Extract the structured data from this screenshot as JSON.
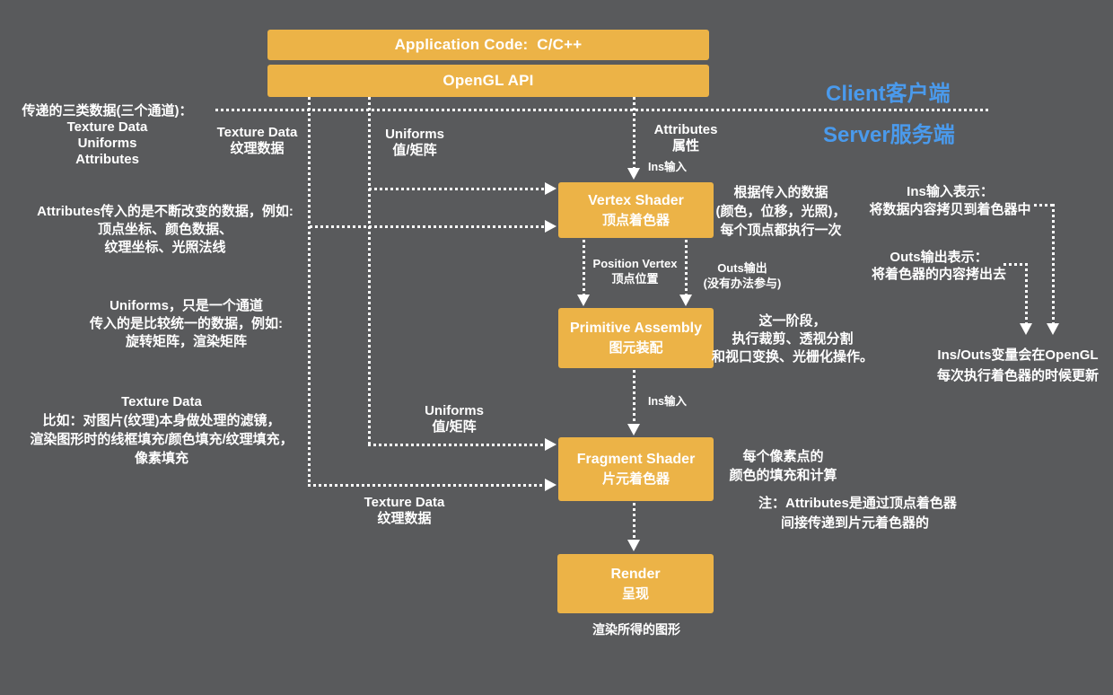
{
  "colors": {
    "background": "#595A5C",
    "box_fill": "#ECB347",
    "text": "#FFFFFF",
    "accent_blue": "#4A9AEC"
  },
  "top_boxes": {
    "application_code": "Application Code:  C/C++",
    "opengl_api": "OpenGL API"
  },
  "zones": {
    "client": "Client客户端",
    "server": "Server服务端"
  },
  "pipeline": [
    {
      "en": "Vertex Shader",
      "zh": "顶点着色器"
    },
    {
      "en": "Primitive Assembly",
      "zh": "图元装配"
    },
    {
      "en": "Fragment Shader",
      "zh": "片元着色器"
    },
    {
      "en": "Render",
      "zh": "呈现"
    }
  ],
  "channel_labels": {
    "texture_top": {
      "en": "Texture Data",
      "zh": "纹理数据"
    },
    "uniforms_top": {
      "en": "Uniforms",
      "zh": "值/矩阵"
    },
    "attributes_top": {
      "en": "Attributes",
      "zh": "属性"
    },
    "ins_to_vertex": "Ins输入",
    "position_vertex": {
      "en": "Position Vertex",
      "zh": "顶点位置"
    },
    "outs_no_way": {
      "en": "Outs输出",
      "zh": "(没有办法参与)"
    },
    "ins_to_fragment": "Ins输入",
    "uniforms_mid": {
      "en": "Uniforms",
      "zh": "值/矩阵"
    },
    "texture_mid": {
      "en": "Texture Data",
      "zh": "纹理数据"
    },
    "render_result": "渲染所得的图形"
  },
  "notes": {
    "three_channels": [
      "传递的三类数据(三个通道)：",
      "Texture Data",
      "Uniforms",
      "Attributes"
    ],
    "attributes_desc": [
      "Attributes传入的是不断改变的数据，例如:",
      "顶点坐标、颜色数据、",
      "纹理坐标、光照法线"
    ],
    "uniforms_desc": [
      "Uniforms，只是一个通道",
      "传入的是比较统一的数据，例如:",
      "旋转矩阵，渲染矩阵"
    ],
    "texture_desc": [
      "Texture Data",
      "比如：对图片(纹理)本身做处理的滤镜，",
      "渲染图形时的线框填充/颜色填充/纹理填充，",
      "像素填充"
    ],
    "vertex_desc": [
      "根据传入的数据",
      "(颜色，位移，光照)，",
      "每个顶点都执行一次"
    ],
    "assembly_desc": [
      "这一阶段，",
      "执行裁剪、透视分割",
      "和视口变换、光栅化操作。"
    ],
    "fragment_desc": [
      "每个像素点的",
      "颜色的填充和计算"
    ],
    "attributes_note": [
      "注：Attributes是通过顶点着色器",
      "间接传递到片元着色器的"
    ],
    "ins_explain": [
      "Ins输入表示：",
      "将数据内容拷贝到着色器中"
    ],
    "outs_explain": [
      "Outs输出表示：",
      "将着色器的内容拷出去"
    ],
    "insouts_update": [
      "Ins/Outs变量会在OpenGL",
      "每次执行着色器的时候更新"
    ]
  }
}
